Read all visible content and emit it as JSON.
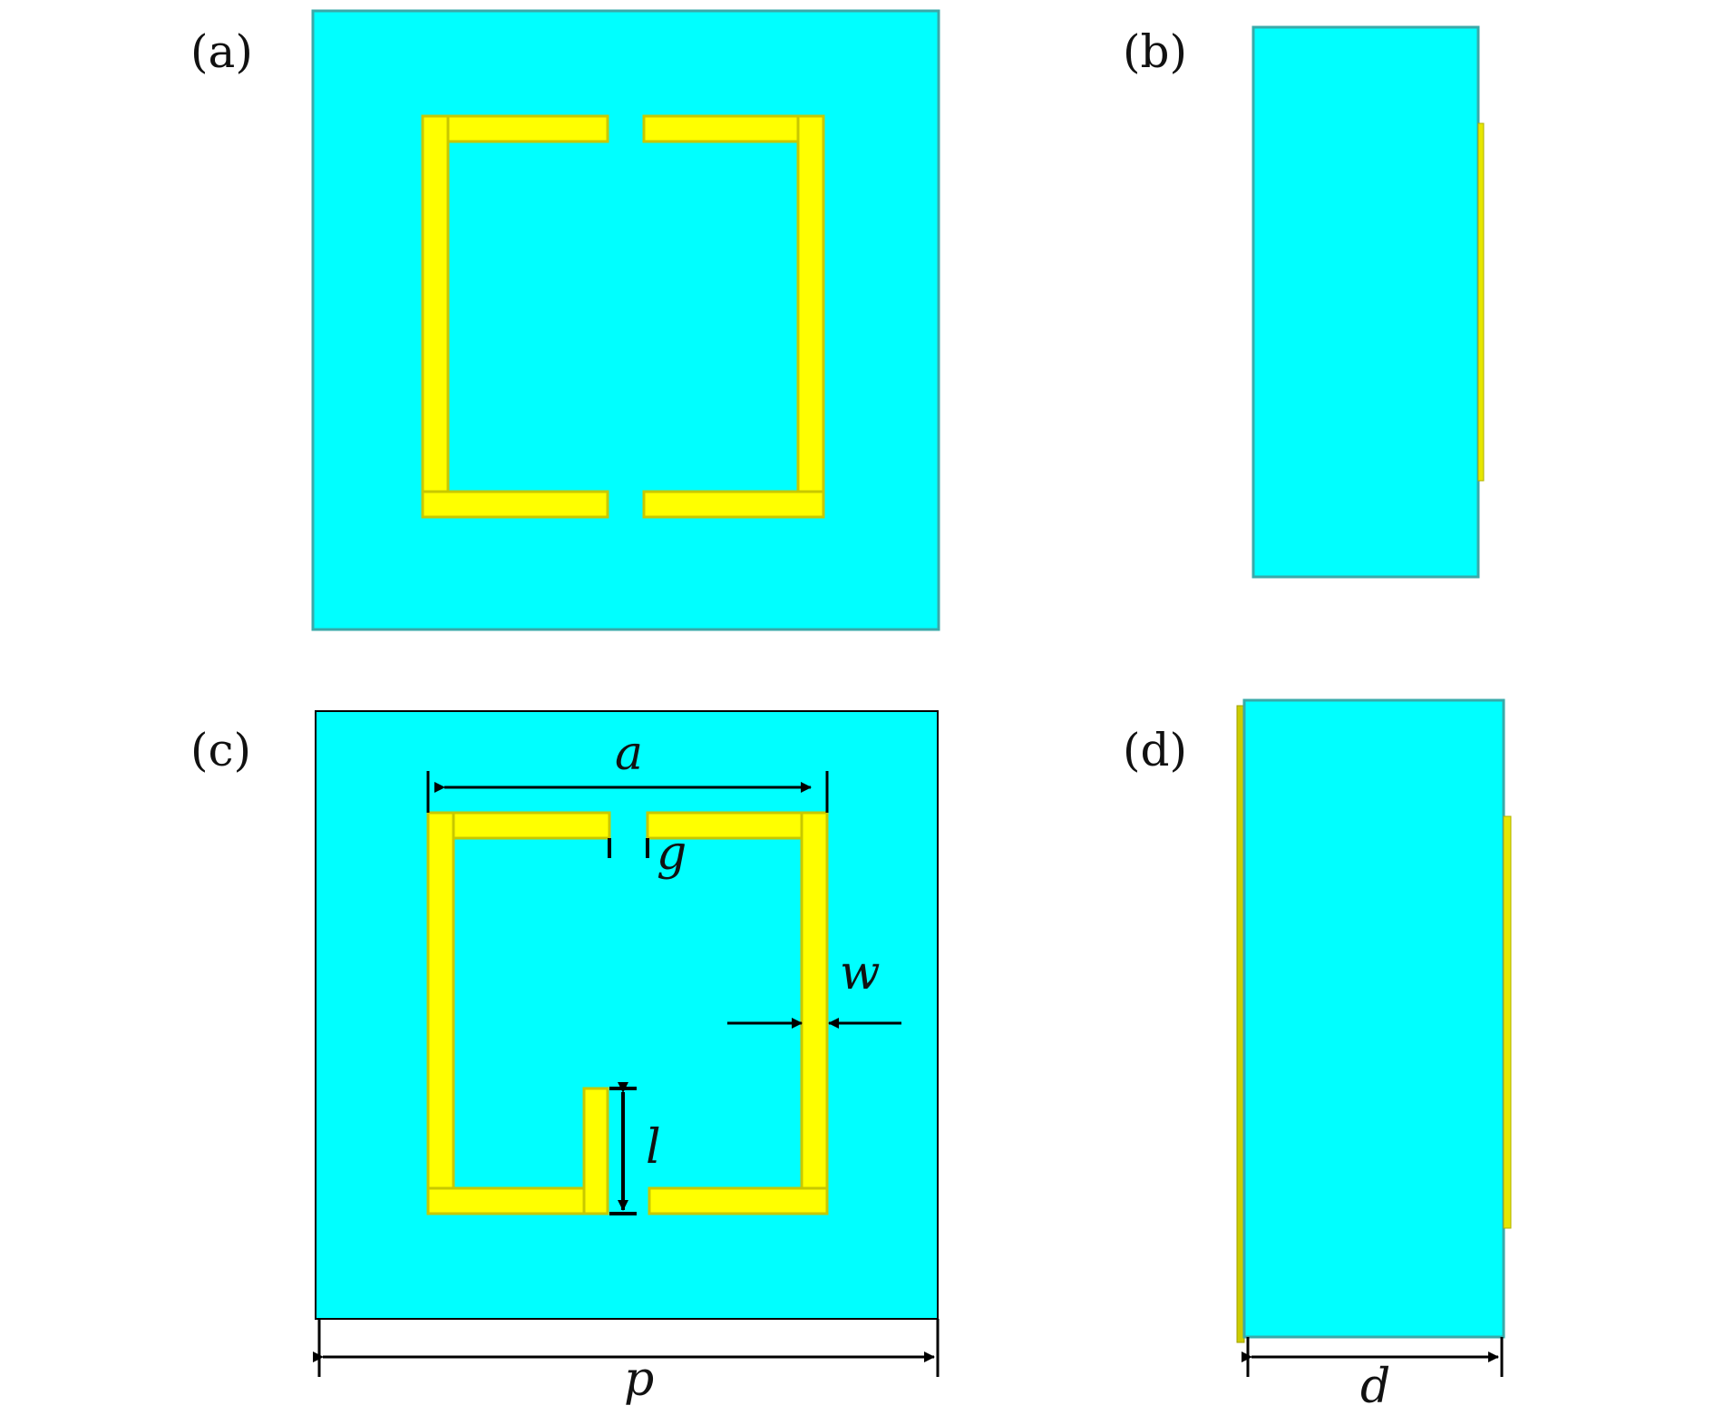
{
  "panels": {
    "a": {
      "label": "(a)"
    },
    "b": {
      "label": "(b)"
    },
    "c": {
      "label": "(c)"
    },
    "d": {
      "label": "(d)"
    }
  },
  "dimensions": {
    "a": "a",
    "g": "g",
    "w": "w",
    "l": "l",
    "p": "p",
    "d": "d"
  },
  "colors": {
    "substrate": "#00ffff",
    "metal": "#ffff00",
    "metal_edge": "#c8c800",
    "substrate_edge": "#3aa9a9",
    "ink": "#000000"
  }
}
